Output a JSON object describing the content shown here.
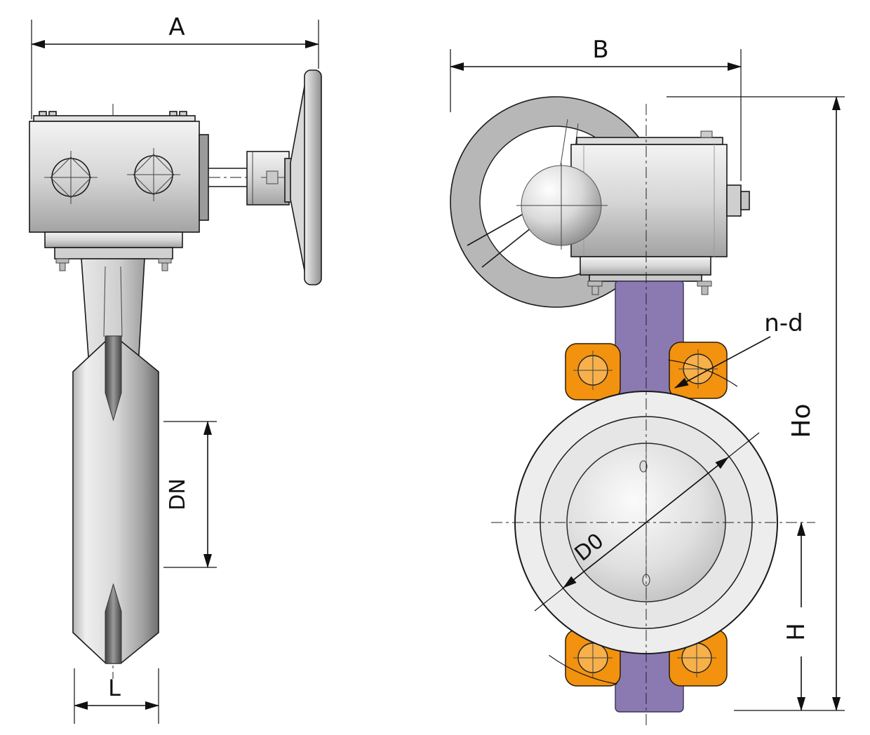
{
  "drawing": {
    "type": "butterfly-valve-with-gear-operator",
    "views": {
      "side_view": "side elevation",
      "front_view": "front elevation"
    }
  },
  "labels": {
    "a": "A",
    "b": "B",
    "dn": "DN",
    "l": "L",
    "n_d": "n-d",
    "h0": "Ho",
    "h": "H",
    "d0": "D0"
  },
  "colors": {
    "line": "#1a1a1a",
    "neck_purple": "#8b7ab2",
    "lug_orange": "#f2920f",
    "lug_hole": "#f7b04a",
    "wheel_gray": "#b7b7b7",
    "body_ring": "#ededed"
  }
}
